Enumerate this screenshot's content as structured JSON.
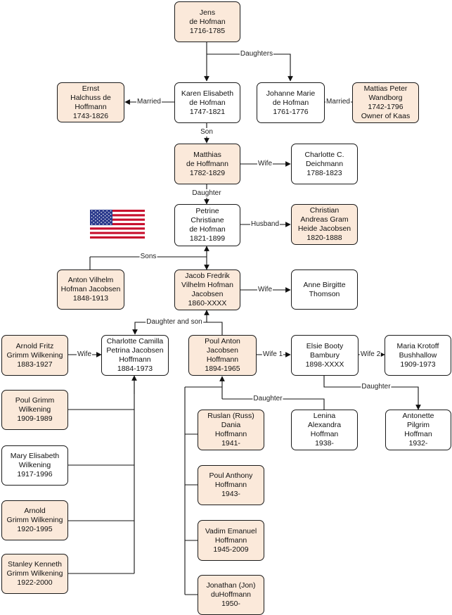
{
  "nodes": [
    {
      "id": "jens",
      "text": "Jens\nde Hofman\n1716-1785",
      "shaded": true
    },
    {
      "id": "ernst",
      "text": "Ernst\nHalchuss de\nHoffmann\n1743-1826",
      "shaded": true
    },
    {
      "id": "karen",
      "text": "Karen Elisabeth\nde Hofman\n1747-1821",
      "shaded": false
    },
    {
      "id": "johanne",
      "text": "Johanne Marie\nde Hofman\n1761-1776",
      "shaded": false
    },
    {
      "id": "mattias_w",
      "text": "Mattias Peter\nWandborg\n1742-1796\nOwner of Kaas",
      "shaded": true
    },
    {
      "id": "matthias",
      "text": "Matthias\nde Hoffmann\n1782-1829",
      "shaded": true
    },
    {
      "id": "charlotte_d",
      "text": "Charlotte C.\nDeichmann\n1788-1823",
      "shaded": false
    },
    {
      "id": "petrine",
      "text": "Petrine\nChristiane\nde Hofman\n1821-1899",
      "shaded": false
    },
    {
      "id": "christian",
      "text": "Christian\nAndreas Gram\nHeide Jacobsen\n1820-1888",
      "shaded": true
    },
    {
      "id": "anton",
      "text": "Anton Vilhelm\nHofman Jacobsen\n1848-1913",
      "shaded": true
    },
    {
      "id": "jacob",
      "text": "Jacob Fredrik\nVilhelm Hofman\nJacobsen\n1860-XXXX",
      "shaded": true
    },
    {
      "id": "anne",
      "text": "Anne Birgitte\nThomson",
      "shaded": false
    },
    {
      "id": "arnold_f",
      "text": "Arnold Fritz\nGrimm Wilkening\n1883-1927",
      "shaded": true
    },
    {
      "id": "charlotte_c",
      "text": "Charlotte Camilla\nPetrina Jacobsen\nHoffmann\n1884-1973",
      "shaded": false
    },
    {
      "id": "poul_anton",
      "text": "Poul Anton\nJacobsen\nHoffmann\n1894-1965",
      "shaded": true
    },
    {
      "id": "elsie",
      "text": "Elsie Booty\nBambury\n1898-XXXX",
      "shaded": false
    },
    {
      "id": "maria",
      "text": "Maria Krotoff\nBushhallow\n1909-1973",
      "shaded": false
    },
    {
      "id": "poul_g",
      "text": "Poul Grimm\nWilkening\n1909-1989",
      "shaded": true
    },
    {
      "id": "mary",
      "text": "Mary Elisabeth\nWilkening\n1917-1996",
      "shaded": false
    },
    {
      "id": "arnold_g",
      "text": "Arnold\nGrimm Wilkening\n1920-1995",
      "shaded": true
    },
    {
      "id": "stanley",
      "text": "Stanley Kenneth\nGrimm Wilkening\n1922-2000",
      "shaded": true
    },
    {
      "id": "ruslan",
      "text": "Ruslan (Russ)\nDania\nHoffmann\n1941-",
      "shaded": true
    },
    {
      "id": "poul_anthony",
      "text": "Poul Anthony\nHoffmann\n1943-",
      "shaded": true
    },
    {
      "id": "vadim",
      "text": "Vadim Emanuel\nHoffmann\n1945-2009",
      "shaded": true
    },
    {
      "id": "jonathan",
      "text": "Jonathan (Jon)\nduHoffmann\n1950-",
      "shaded": true
    },
    {
      "id": "lenina",
      "text": "Lenina\nAlexandra\nHoffman\n1938-",
      "shaded": false
    },
    {
      "id": "antonette",
      "text": "Antonette\nPilgrim\nHoffman\n1932-",
      "shaded": false
    }
  ],
  "edge_labels": [
    {
      "id": "daughters",
      "text": "Daughters"
    },
    {
      "id": "married_left",
      "text": "Married"
    },
    {
      "id": "married_right",
      "text": "Married"
    },
    {
      "id": "son",
      "text": "Son"
    },
    {
      "id": "wife_matthias",
      "text": "Wife"
    },
    {
      "id": "daughter_petrine",
      "text": "Daughter"
    },
    {
      "id": "husband",
      "text": "Husband"
    },
    {
      "id": "sons",
      "text": "Sons"
    },
    {
      "id": "wife_jacob",
      "text": "Wife"
    },
    {
      "id": "daughter_and_son",
      "text": "Daughter and son"
    },
    {
      "id": "wife_arnold",
      "text": "Wife"
    },
    {
      "id": "wife_1",
      "text": "Wife 1"
    },
    {
      "id": "wife_2",
      "text": "Wife 2"
    },
    {
      "id": "daughter_lenina",
      "text": "Daughter"
    },
    {
      "id": "daughter_antonette",
      "text": "Daughter"
    }
  ],
  "flag": {
    "name": "usa-flag",
    "stripe_red": "#c8102e",
    "canton_blue": "#2b3a8c"
  },
  "colors": {
    "shaded_fill": "#fbe9da",
    "border": "#1a1a1a"
  }
}
